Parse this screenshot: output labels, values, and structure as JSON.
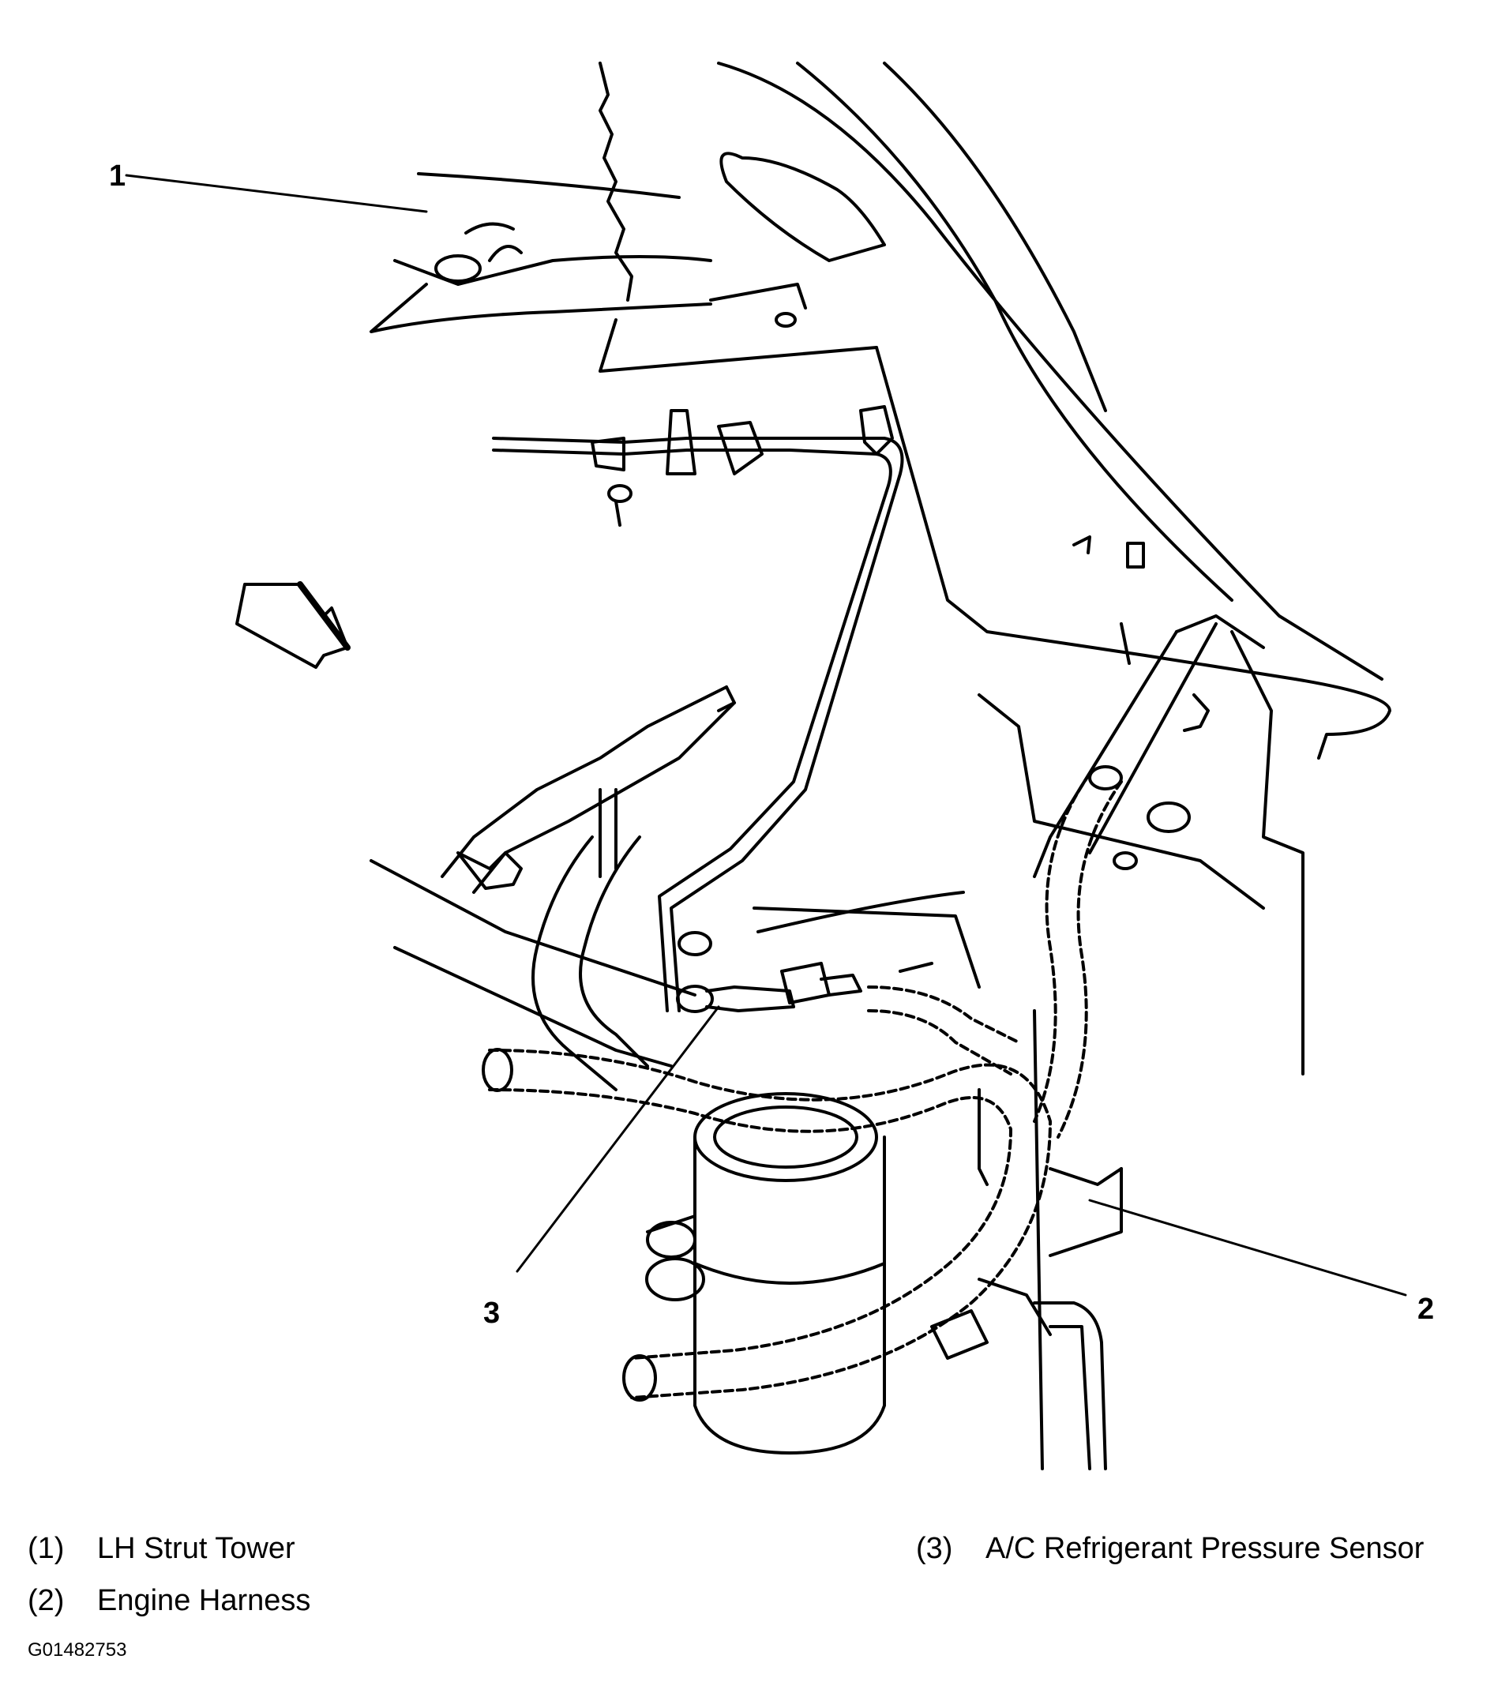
{
  "callouts": [
    {
      "number": "1"
    },
    {
      "number": "2"
    },
    {
      "number": "3"
    }
  ],
  "legend": [
    {
      "number": "(1)",
      "label": "LH Strut Tower"
    },
    {
      "number": "(2)",
      "label": "Engine Harness"
    },
    {
      "number": "(3)",
      "label": "A/C Refrigerant Pressure Sensor"
    }
  ],
  "figure_id": "G01482753"
}
